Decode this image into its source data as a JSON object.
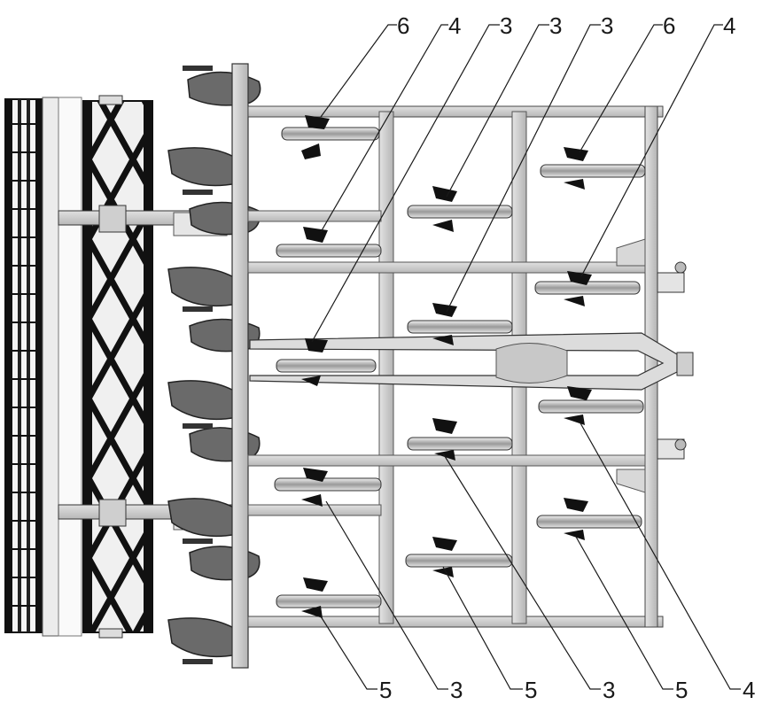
{
  "labels": {
    "top": [
      "6",
      "4",
      "3",
      "3",
      "3",
      "6",
      "4"
    ],
    "bottom": [
      "5",
      "3",
      "5",
      "3",
      "5",
      "4"
    ]
  }
}
